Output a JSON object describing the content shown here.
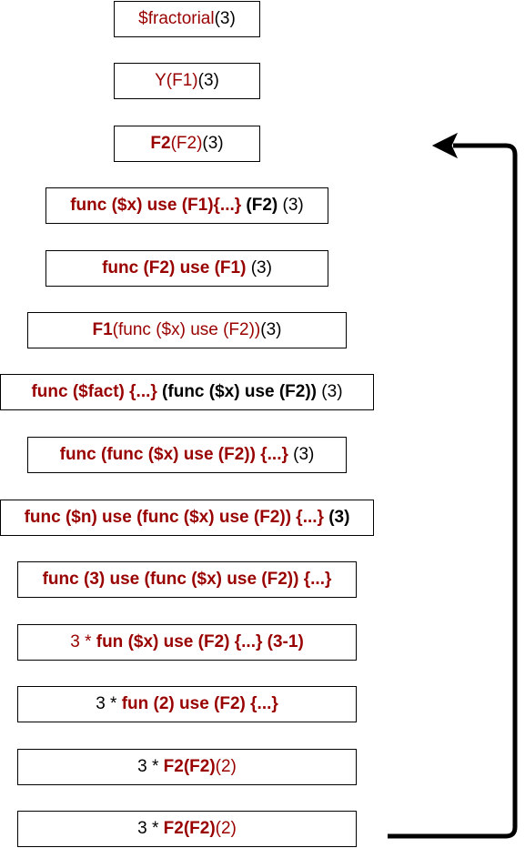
{
  "steps": [
    {
      "segments": [
        {
          "t": "$fractorial",
          "c": "red",
          "b": false
        },
        {
          "t": "(3)",
          "c": "blk",
          "b": false
        }
      ]
    },
    {
      "segments": [
        {
          "t": "Y(F1)",
          "c": "red",
          "b": false
        },
        {
          "t": "(3)",
          "c": "blk",
          "b": false
        }
      ]
    },
    {
      "segments": [
        {
          "t": "F2",
          "c": "red",
          "b": true
        },
        {
          "t": "(F2)",
          "c": "red",
          "b": false
        },
        {
          "t": "(3)",
          "c": "blk",
          "b": false
        }
      ]
    },
    {
      "segments": [
        {
          "t": "func ($x) use (F1){...}",
          "c": "red",
          "b": true
        },
        {
          "t": " (F2) ",
          "c": "blk",
          "b": true
        },
        {
          "t": "(3)",
          "c": "blk",
          "b": false
        }
      ]
    },
    {
      "segments": [
        {
          "t": "func (F2) use (F1)",
          "c": "red",
          "b": true
        },
        {
          "t": " (3)",
          "c": "blk",
          "b": false
        }
      ]
    },
    {
      "segments": [
        {
          "t": "F1",
          "c": "red",
          "b": true
        },
        {
          "t": "(func ($x) use (F2))",
          "c": "red",
          "b": false
        },
        {
          "t": "(3)",
          "c": "blk",
          "b": false
        }
      ]
    },
    {
      "segments": [
        {
          "t": "func ($fact) {...}",
          "c": "red",
          "b": true
        },
        {
          "t": " (func ($x) use (F2))",
          "c": "blk",
          "b": true
        },
        {
          "t": " (3)",
          "c": "blk",
          "b": false
        }
      ]
    },
    {
      "segments": [
        {
          "t": "func (func ($x) use (F2)) {...}",
          "c": "red",
          "b": true
        },
        {
          "t": " (3)",
          "c": "blk",
          "b": false
        }
      ]
    },
    {
      "segments": [
        {
          "t": "func ($n) use (func ($x) use (F2)) {...}",
          "c": "red",
          "b": true
        },
        {
          "t": " (3)",
          "c": "blk",
          "b": true
        }
      ]
    },
    {
      "segments": [
        {
          "t": "func (3) use (func ($x) use (F2)) {...}",
          "c": "red",
          "b": true
        }
      ]
    },
    {
      "segments": [
        {
          "t": "3 * ",
          "c": "red",
          "b": false
        },
        {
          "t": "fun ($x) use (F2) {...} (3-1)",
          "c": "red",
          "b": true
        }
      ]
    },
    {
      "segments": [
        {
          "t": "3 * ",
          "c": "blk",
          "b": false
        },
        {
          "t": "fun (2) use (F2) {...}",
          "c": "red",
          "b": true
        }
      ]
    },
    {
      "segments": [
        {
          "t": "3 * ",
          "c": "blk",
          "b": false
        },
        {
          "t": "F2(F2)",
          "c": "red",
          "b": true
        },
        {
          "t": "(2)",
          "c": "red",
          "b": false
        }
      ]
    },
    {
      "segments": [
        {
          "t": "3 * ",
          "c": "blk",
          "b": false
        },
        {
          "t": "F2(F2)",
          "c": "red",
          "b": true
        },
        {
          "t": "(2)",
          "c": "red",
          "b": false
        }
      ]
    }
  ],
  "colors": {
    "red": "#990000",
    "black": "#000000",
    "border": "#000000",
    "arrow": "#000000"
  }
}
